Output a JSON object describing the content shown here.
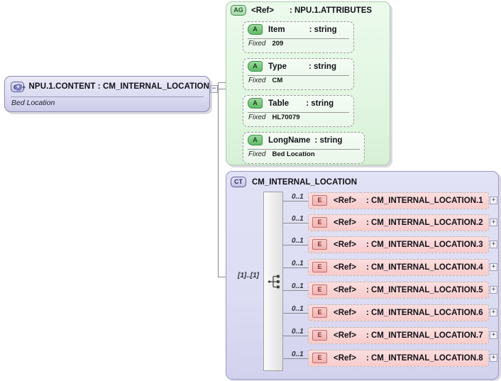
{
  "diagram": {
    "type": "xsd-schema-diagram",
    "root": {
      "icon": "CT+",
      "title": "NPU.1.CONTENT : CM_INTERNAL_LOCATION",
      "annotation": "Bed Location",
      "collapse_toggle": "−"
    },
    "attribute_group": {
      "icon": "AG",
      "ref": "<Ref>",
      "type": ": NPU.1.ATTRIBUTES",
      "attributes": [
        {
          "icon": "A",
          "name": "Item",
          "type": ": string",
          "fixed_label": "Fixed",
          "fixed_value": "209"
        },
        {
          "icon": "A",
          "name": "Type",
          "type": ": string",
          "fixed_label": "Fixed",
          "fixed_value": "CM"
        },
        {
          "icon": "A",
          "name": "Table",
          "type": ": string",
          "fixed_label": "Fixed",
          "fixed_value": "HL70079"
        },
        {
          "icon": "A",
          "name": "LongName",
          "type": ": string",
          "fixed_label": "Fixed",
          "fixed_value": "Bed Location"
        }
      ]
    },
    "complex_type": {
      "icon": "CT",
      "title": "CM_INTERNAL_LOCATION",
      "compositor": "sequence",
      "compositor_occurrence": "[1]..[1]",
      "elements": [
        {
          "icon": "E",
          "occurrence": "0..1",
          "ref": "<Ref>",
          "type": ": CM_INTERNAL_LOCATION.1",
          "expand": "+"
        },
        {
          "icon": "E",
          "occurrence": "0..1",
          "ref": "<Ref>",
          "type": ": CM_INTERNAL_LOCATION.2",
          "expand": "+"
        },
        {
          "icon": "E",
          "occurrence": "0..1",
          "ref": "<Ref>",
          "type": ": CM_INTERNAL_LOCATION.3",
          "expand": "+"
        },
        {
          "icon": "E",
          "occurrence": "0..1",
          "ref": "<Ref>",
          "type": ": CM_INTERNAL_LOCATION.4",
          "expand": "+"
        },
        {
          "icon": "E",
          "occurrence": "0..1",
          "ref": "<Ref>",
          "type": ": CM_INTERNAL_LOCATION.5",
          "expand": "+"
        },
        {
          "icon": "E",
          "occurrence": "0..1",
          "ref": "<Ref>",
          "type": ": CM_INTERNAL_LOCATION.6",
          "expand": "+"
        },
        {
          "icon": "E",
          "occurrence": "0..1",
          "ref": "<Ref>",
          "type": ": CM_INTERNAL_LOCATION.7",
          "expand": "+"
        },
        {
          "icon": "E",
          "occurrence": "0..1",
          "ref": "<Ref>",
          "type": ": CM_INTERNAL_LOCATION.8",
          "expand": "+"
        }
      ]
    },
    "colors": {
      "root_fill": "#dcdcf2",
      "root_border": "#8c8cb0",
      "attr_group_fill": "#e2f6e2",
      "attr_group_border": "#a9cfa9",
      "attr_icon_fill": "#61bb66",
      "complex_type_fill": "#dcdcf3",
      "complex_type_border": "#9a9ac8",
      "element_fill": "#f7cccc",
      "element_icon_fill": "#eeb4b4",
      "connector": "#8a8a8a"
    }
  }
}
